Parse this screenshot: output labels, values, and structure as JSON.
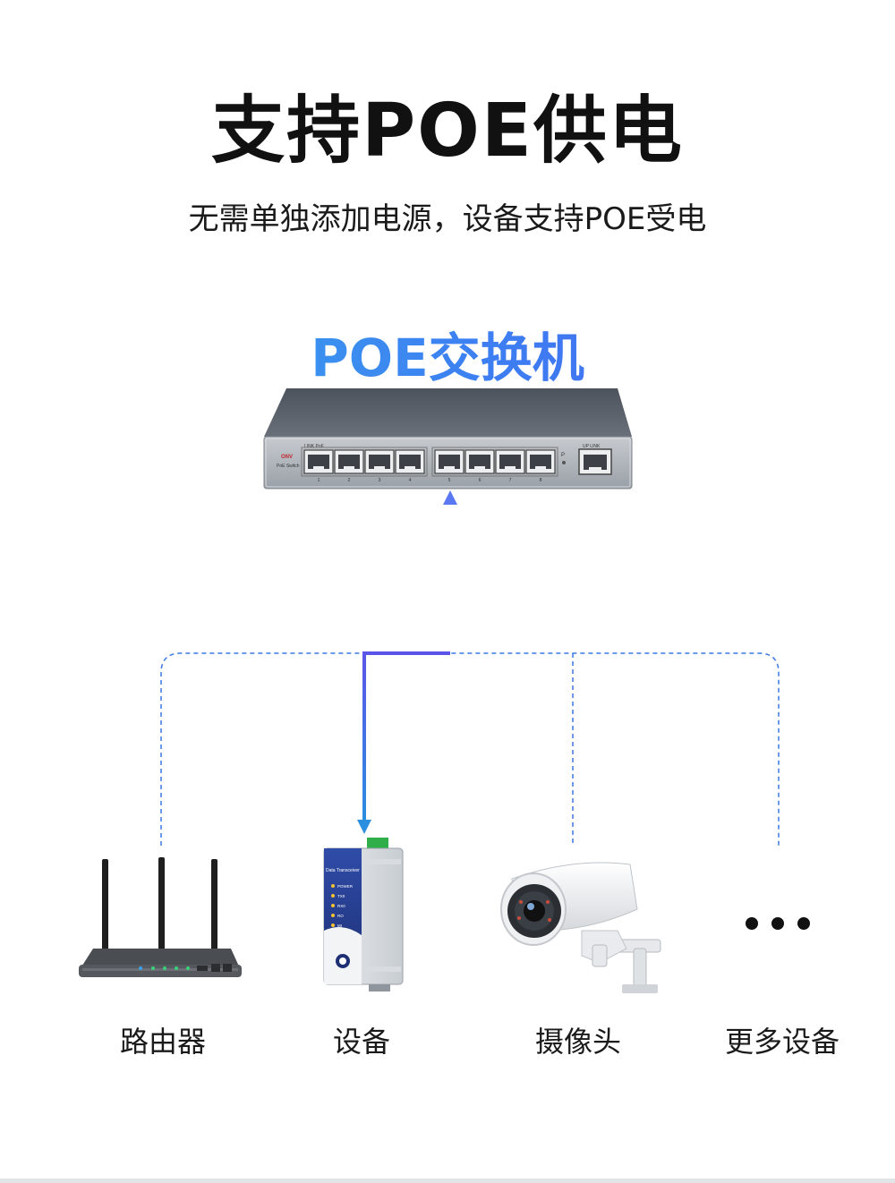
{
  "header": {
    "title": "支持POE供电",
    "subtitle": "无需单独添加电源，设备支持POE受电"
  },
  "switch": {
    "title": "POE交换机",
    "brand": "ONV",
    "model_text": "PoE Switch",
    "port_header_left": "LINK   PoE",
    "port_header_right": "UP LINK",
    "port_numbers": [
      "1",
      "2",
      "3",
      "4",
      "5",
      "6",
      "7",
      "8"
    ],
    "power_mark": "P"
  },
  "device": {
    "panel_title": "Data Transceiver",
    "leds": [
      "POWER",
      "TX0",
      "RX0",
      "RO",
      "MI"
    ]
  },
  "devices": [
    {
      "label": "路由器"
    },
    {
      "label": "设备"
    },
    {
      "label": "摄像头"
    },
    {
      "label": "更多设备"
    }
  ],
  "colors": {
    "title_gradient_start": "#37b3ea",
    "title_gradient_end": "#4b5ff0",
    "power_line": "#3b6cf0",
    "dashed_line": "#3b78e0"
  }
}
